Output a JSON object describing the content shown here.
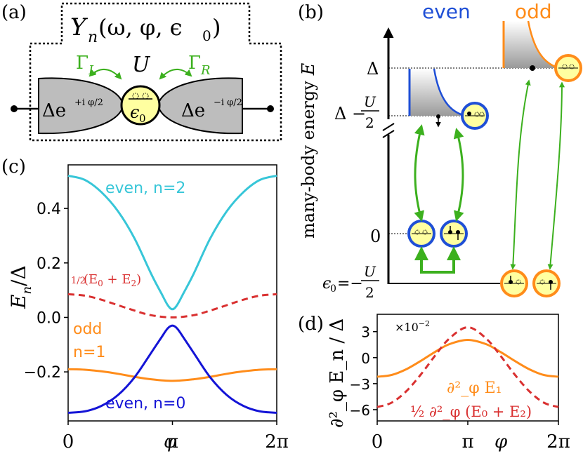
{
  "panels": {
    "a": {
      "label": "(a)",
      "title_main": "Y",
      "title_sub": "n",
      "title_args": "(ω, φ, ϵ",
      "title_args_sub": "0",
      "title_close": ")",
      "coupling_left": "Γ",
      "coupling_left_sub": "L",
      "coupling_right": "Γ",
      "coupling_right_sub": "R",
      "interaction": "U",
      "lead_left_base": "Δe",
      "lead_left_exp": "+i φ/2",
      "lead_right_base": "Δe",
      "lead_right_exp": "−i φ/2",
      "dot_label": "ϵ",
      "dot_label_sub": "0",
      "colors": {
        "lead_fill": "#bdbdbd",
        "dot_fill": "#ffffa0",
        "coupling": "#3cb01e"
      }
    },
    "b": {
      "label": "(b)",
      "even_label": "even",
      "odd_label": "odd",
      "axis_label": "many-body energy",
      "axis_symbol": "E",
      "tick_delta": "Δ",
      "tick_delta_minus": "Δ −",
      "tick_U": "U",
      "tick_2": "2",
      "tick_zero": "0",
      "tick_eps0": "ϵ",
      "tick_eps0_sub": "0",
      "tick_eps0_eq": "=−",
      "colors": {
        "even": "#1f4fd6",
        "odd": "#ff8c1a",
        "arrows": "#3cb01e"
      }
    },
    "c": {
      "label": "(c)",
      "ylabel": "E",
      "ylabel_sub": "n",
      "ylabel_tail": "/Δ",
      "xticks": [
        "0",
        "π",
        "2π"
      ],
      "xsymbol": "φ",
      "yticks": [
        "0.4",
        "0.2",
        "0.0",
        "−0.2"
      ],
      "annotations": {
        "even2": "even, n=2",
        "mean_half": "1/2",
        "mean_rest": "(E",
        "mean_sub0": "0",
        "mean_plus": " + E",
        "mean_sub2": "2",
        "mean_close": ")",
        "odd": "odd",
        "odd_n": "n=1",
        "even0": "even, n=0"
      }
    },
    "d": {
      "label": "(d)",
      "ylabel": "∂²_φ E_n / Δ",
      "scale_note": "×10",
      "scale_exp": "−2",
      "xticks": [
        "0",
        "π",
        "2π"
      ],
      "xsymbol": "φ",
      "yticks": [
        "3",
        "0",
        "−3",
        "−6"
      ],
      "annotation_odd": "∂²_φ E₁",
      "annotation_mean": "½ ∂²_φ (E₀ + E₂)"
    }
  },
  "chart_data": [
    {
      "panel": "c",
      "type": "line",
      "xlim": [
        0,
        6.2832
      ],
      "ylim": [
        -0.38,
        0.56
      ],
      "x_tick_values": [
        0,
        3.1416,
        6.2832
      ],
      "y_tick_values": [
        0.4,
        0.2,
        0.0,
        -0.2
      ],
      "grid": false,
      "series": [
        {
          "name": "even, n=2",
          "color": "#37c6d8",
          "style": "solid",
          "x": [
            0,
            0.5,
            1.0,
            1.5,
            2.0,
            2.5,
            2.8,
            3.0,
            3.1416,
            3.28,
            3.48,
            3.78,
            4.28,
            4.78,
            5.28,
            5.78,
            6.2832
          ],
          "y": [
            0.52,
            0.505,
            0.46,
            0.39,
            0.29,
            0.16,
            0.09,
            0.045,
            0.03,
            0.045,
            0.09,
            0.16,
            0.29,
            0.39,
            0.46,
            0.505,
            0.52
          ]
        },
        {
          "name": "½(E₀ + E₂)",
          "color": "#d93030",
          "style": "dashed",
          "x": [
            0,
            0.5,
            1.0,
            1.5,
            2.0,
            2.5,
            3.1416,
            3.78,
            4.28,
            4.78,
            5.28,
            5.78,
            6.2832
          ],
          "y": [
            0.085,
            0.08,
            0.065,
            0.045,
            0.025,
            0.008,
            0.0,
            0.008,
            0.025,
            0.045,
            0.065,
            0.08,
            0.085
          ]
        },
        {
          "name": "odd, n=1",
          "color": "#ff8c1a",
          "style": "solid",
          "x": [
            0,
            0.5,
            1.0,
            1.5,
            2.0,
            2.5,
            3.1416,
            3.78,
            4.28,
            4.78,
            5.28,
            5.78,
            6.2832
          ],
          "y": [
            -0.19,
            -0.192,
            -0.198,
            -0.207,
            -0.218,
            -0.227,
            -0.233,
            -0.227,
            -0.218,
            -0.207,
            -0.198,
            -0.192,
            -0.19
          ]
        },
        {
          "name": "even, n=0",
          "color": "#1414d6",
          "style": "solid",
          "x": [
            0,
            0.5,
            1.0,
            1.5,
            2.0,
            2.5,
            2.8,
            3.0,
            3.1416,
            3.28,
            3.48,
            3.78,
            4.28,
            4.78,
            5.28,
            5.78,
            6.2832
          ],
          "y": [
            -0.35,
            -0.345,
            -0.325,
            -0.285,
            -0.22,
            -0.13,
            -0.075,
            -0.04,
            -0.03,
            -0.04,
            -0.075,
            -0.13,
            -0.22,
            -0.285,
            -0.325,
            -0.345,
            -0.35
          ]
        }
      ]
    },
    {
      "panel": "d",
      "type": "line",
      "xlim": [
        0,
        6.2832
      ],
      "ylim": [
        -7.3,
        5.0
      ],
      "x_tick_values": [
        0,
        3.1416,
        6.2832
      ],
      "y_tick_values": [
        3,
        0,
        -3,
        -6
      ],
      "scale": 0.01,
      "grid": false,
      "series": [
        {
          "name": "∂²_φ E₁",
          "color": "#ff8c1a",
          "style": "solid",
          "x": [
            0,
            0.5,
            1.0,
            1.5,
            2.0,
            2.5,
            3.1416,
            3.78,
            4.28,
            4.78,
            5.28,
            5.78,
            6.2832
          ],
          "y": [
            -2.2,
            -2.0,
            -1.35,
            -0.4,
            0.65,
            1.55,
            2.05,
            1.55,
            0.65,
            -0.4,
            -1.35,
            -2.0,
            -2.2
          ]
        },
        {
          "name": "½ ∂²_φ (E₀ + E₂)",
          "color": "#d93030",
          "style": "dashed",
          "x": [
            0,
            0.5,
            1.0,
            1.5,
            2.0,
            2.5,
            3.1416,
            3.78,
            4.28,
            4.78,
            5.28,
            5.78,
            6.2832
          ],
          "y": [
            -5.7,
            -5.2,
            -3.9,
            -2.0,
            0.2,
            2.2,
            3.5,
            2.2,
            0.2,
            -2.0,
            -3.9,
            -5.2,
            -5.7
          ]
        }
      ]
    }
  ]
}
